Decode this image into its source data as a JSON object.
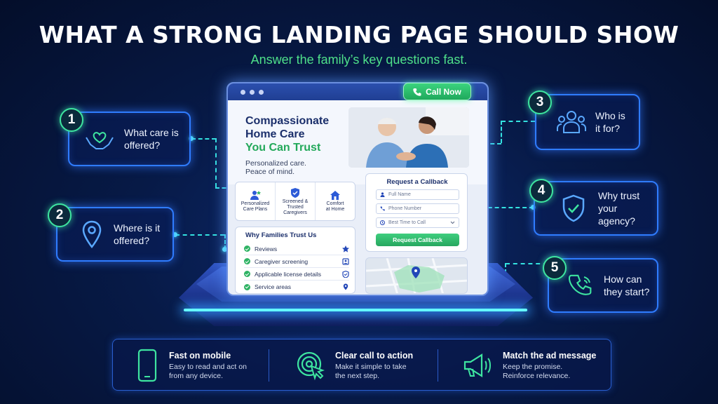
{
  "title": "WHAT A STRONG LANDING PAGE SHOULD SHOW",
  "subtitle": "Answer the family’s key questions fast.",
  "callouts": [
    {
      "num": "1",
      "label": "What care is offered?",
      "icon": "hands-heart-icon"
    },
    {
      "num": "2",
      "label": "Where is it offered?",
      "icon": "location-pin-icon"
    },
    {
      "num": "3",
      "label": "Who is it for?",
      "icon": "people-group-icon"
    },
    {
      "num": "4",
      "label": "Why trust your agency?",
      "icon": "shield-check-icon"
    },
    {
      "num": "5",
      "label": "How can they start?",
      "icon": "phone-icon"
    }
  ],
  "mockup": {
    "call_now": "Call Now",
    "headline_1": "Compassionate",
    "headline_2": "Home Care",
    "headline_3": "You Can Trust",
    "sub_1": "Personalized care.",
    "sub_2": "Peace of mind.",
    "features": [
      {
        "l1": "Personalized",
        "l2": "Care Plans"
      },
      {
        "l1": "Screened &",
        "l2": "Trusted Caregivers"
      },
      {
        "l1": "Comfort",
        "l2": "at Home"
      }
    ],
    "trust_title": "Why Families Trust Us",
    "trust_items": [
      "Reviews",
      "Caregiver screening",
      "Applicable license details",
      "Service areas"
    ],
    "form_title": "Request a Callback",
    "fields": [
      "Full Name",
      "Phone Number",
      "Best Time to Call"
    ],
    "form_button": "Request Callback"
  },
  "bottom": [
    {
      "title": "Fast on mobile",
      "d1": "Easy to read and act on",
      "d2": "from any device.",
      "icon": "smartphone-icon"
    },
    {
      "title": "Clear call to action",
      "d1": "Make it simple to take",
      "d2": "the next step.",
      "icon": "target-cursor-icon"
    },
    {
      "title": "Match the ad message",
      "d1": "Keep the promise.",
      "d2": "Reinforce relevance.",
      "icon": "megaphone-icon"
    }
  ],
  "colors": {
    "accent_green": "#4ee08a",
    "neon_blue": "#2f7cff",
    "background": "#071a47"
  }
}
